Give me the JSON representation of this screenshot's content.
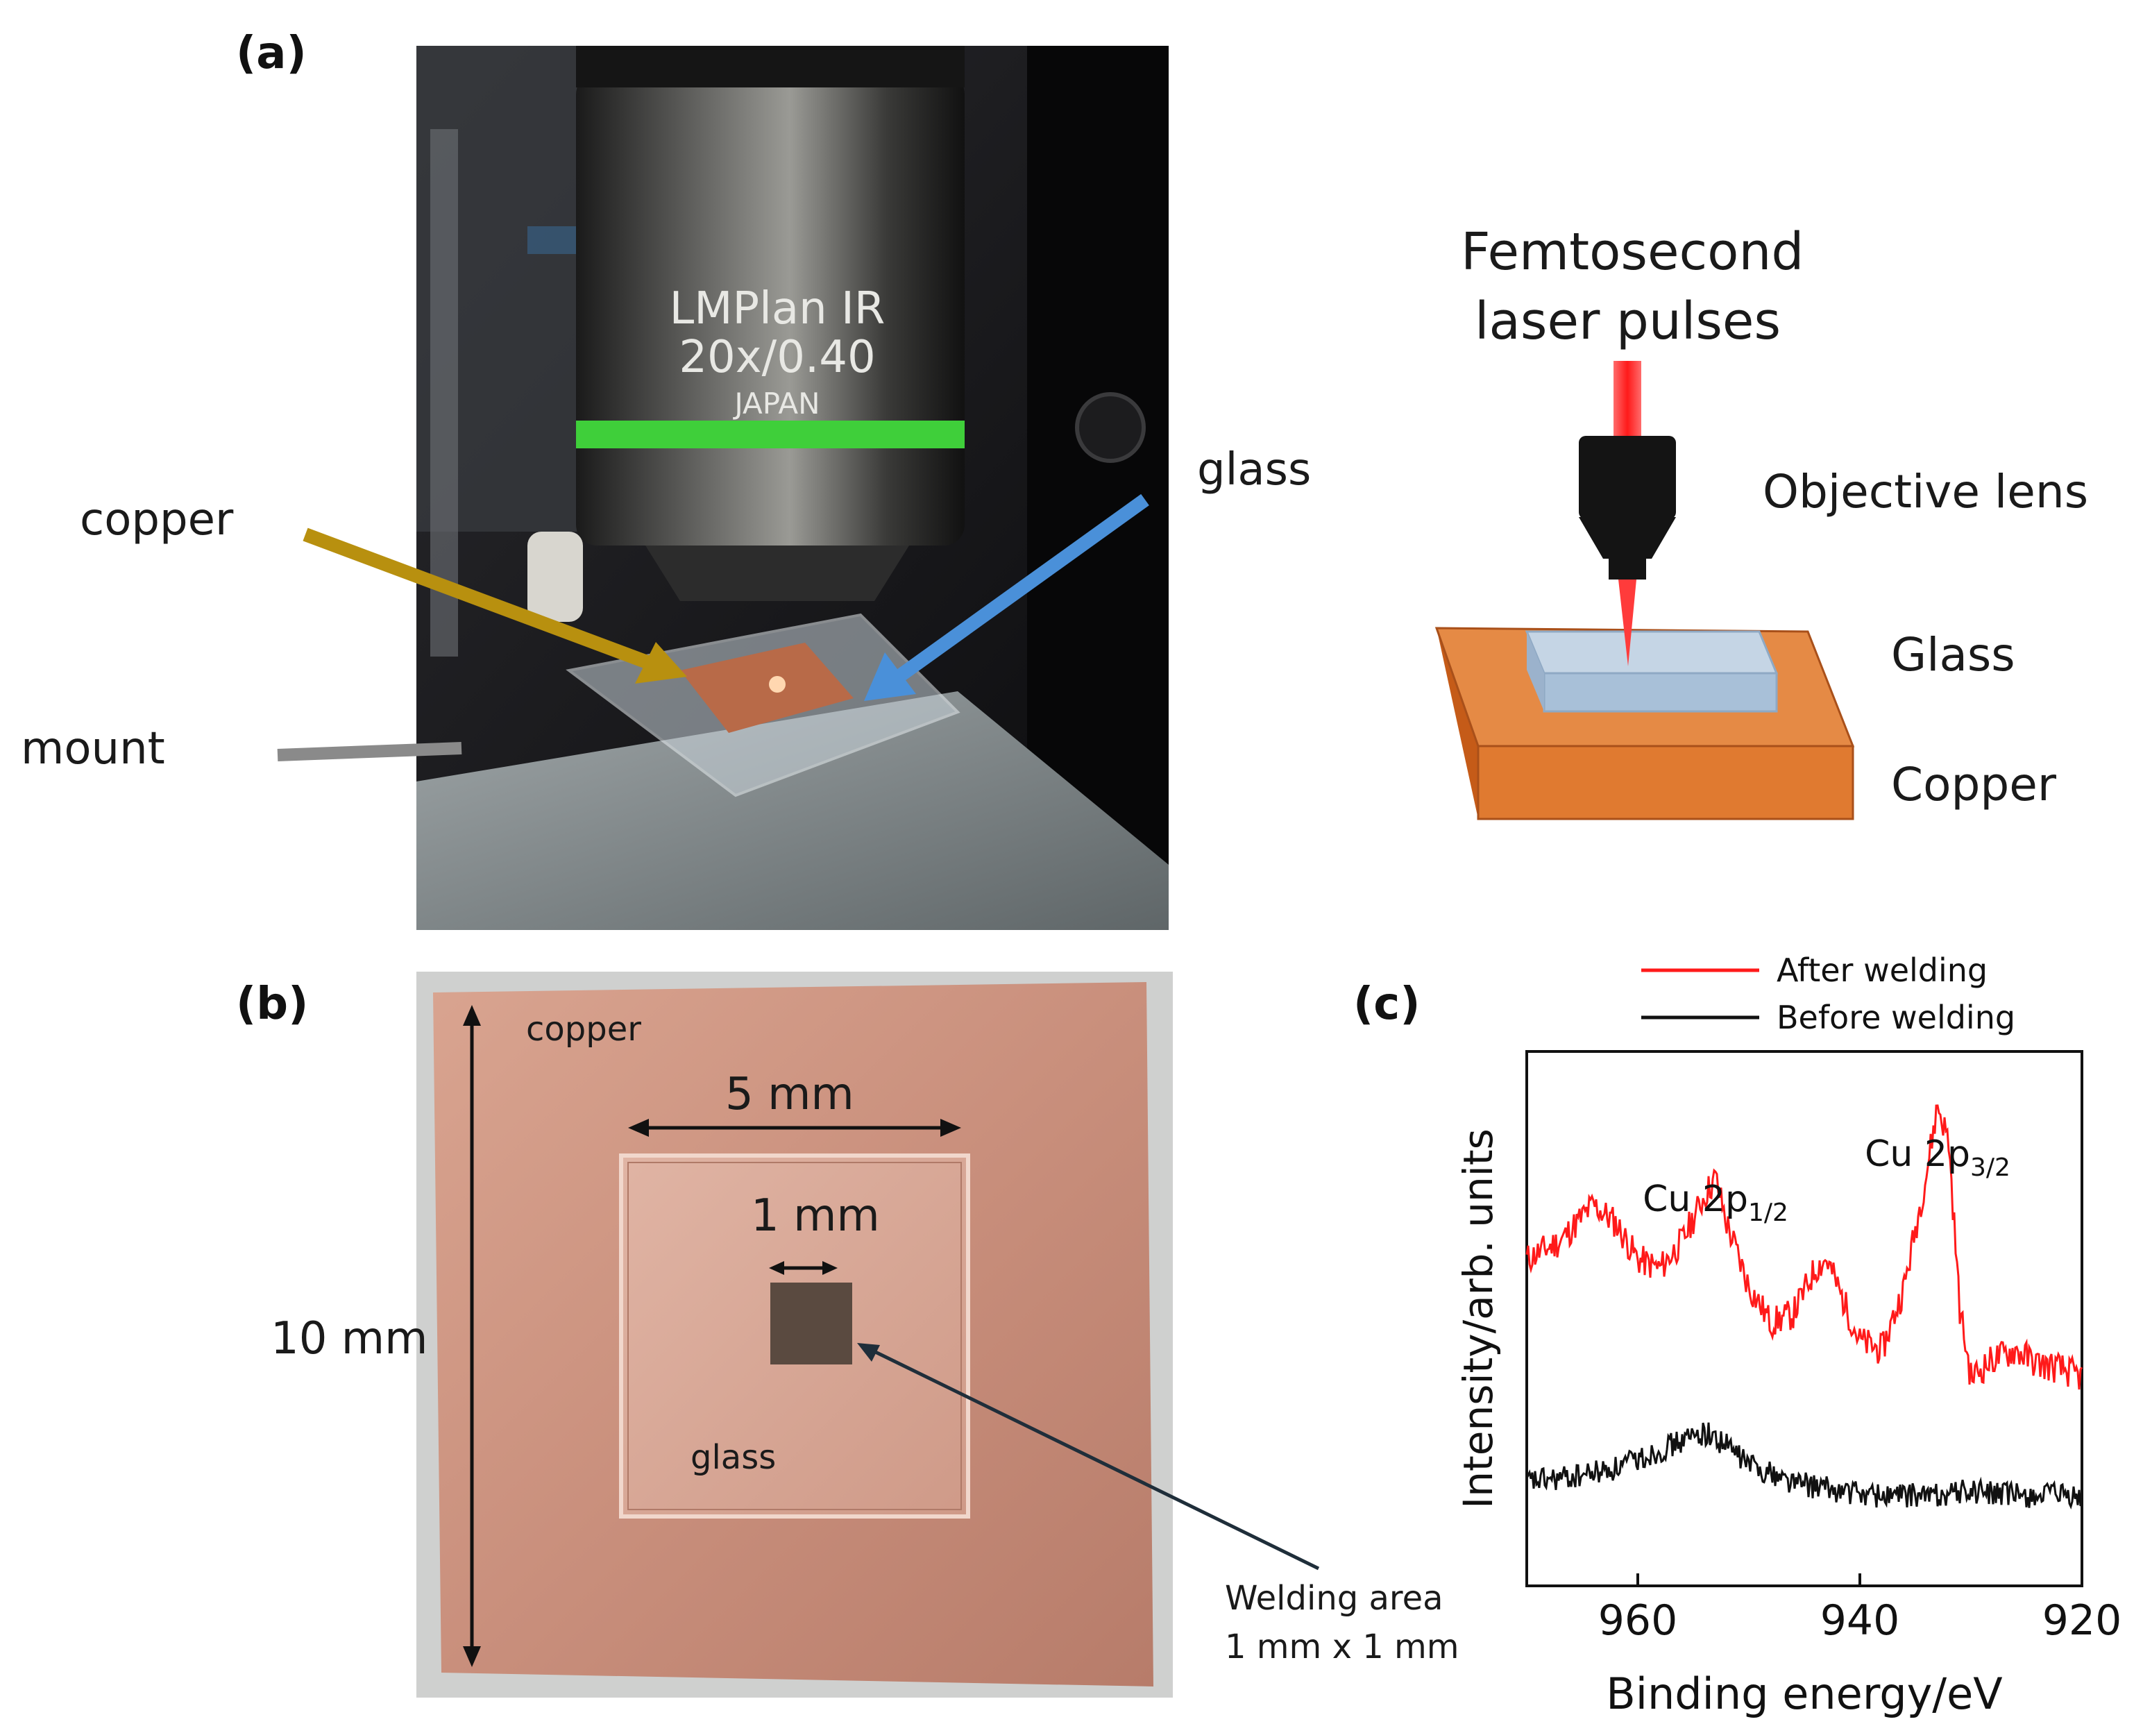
{
  "panel_a": {
    "letter": "(a)",
    "photo": {
      "lens_line1": "LMPlan IR",
      "lens_line2": "20x/0.40",
      "lens_line3": "JAPAN",
      "copper_label": "copper",
      "glass_label": "glass",
      "mount_label": "mount"
    },
    "schematic": {
      "title_line1": "Femtosecond",
      "title_line2": "laser pulses",
      "objective_label": "Objective lens",
      "glass_label": "Glass",
      "copper_label": "Copper"
    }
  },
  "panel_b": {
    "letter": "(b)",
    "copper_label": "copper",
    "glass_label": "glass",
    "dim_5mm": "5 mm",
    "dim_1mm": "1 mm",
    "dim_10mm": "10 mm",
    "welding_line1": "Welding area",
    "welding_line2": "1 mm x 1 mm"
  },
  "panel_c": {
    "letter": "(c)",
    "colors": {
      "after": "#ff1a1a",
      "before": "#111111"
    },
    "chart_data": {
      "type": "line",
      "xlabel": "Binding energy/eV",
      "ylabel": "Intensity/arb. units",
      "xlim": [
        970,
        920
      ],
      "x_reversed": true,
      "xticks": [
        "960",
        "940",
        "920"
      ],
      "xtick_values": [
        960,
        940,
        920
      ],
      "yticks_shown": false,
      "legend_position": "top",
      "annotations": [
        {
          "base": "Cu 2p",
          "sub": "1/2",
          "x": 953
        },
        {
          "base": "Cu 2p",
          "sub": "3/2",
          "x": 933
        }
      ],
      "series": [
        {
          "name": "After welding",
          "x": [
            970,
            967,
            964,
            962,
            960,
            958,
            956,
            954,
            953,
            952,
            950,
            948,
            946,
            944,
            943,
            942,
            940,
            938,
            936,
            934,
            933,
            932,
            931,
            930,
            928,
            926,
            924,
            922,
            920
          ],
          "y": [
            0.66,
            0.7,
            0.78,
            0.74,
            0.66,
            0.64,
            0.7,
            0.8,
            0.84,
            0.74,
            0.6,
            0.52,
            0.54,
            0.64,
            0.66,
            0.6,
            0.48,
            0.46,
            0.6,
            0.85,
            1.0,
            0.92,
            0.55,
            0.4,
            0.44,
            0.46,
            0.43,
            0.42,
            0.4
          ]
        },
        {
          "name": "Before welding",
          "x": [
            970,
            966,
            962,
            958,
            956,
            954,
            952,
            950,
            946,
            942,
            938,
            934,
            930,
            926,
            922,
            920
          ],
          "y": [
            0.17,
            0.18,
            0.2,
            0.24,
            0.26,
            0.28,
            0.25,
            0.21,
            0.17,
            0.15,
            0.14,
            0.14,
            0.15,
            0.14,
            0.14,
            0.13
          ]
        }
      ]
    }
  }
}
